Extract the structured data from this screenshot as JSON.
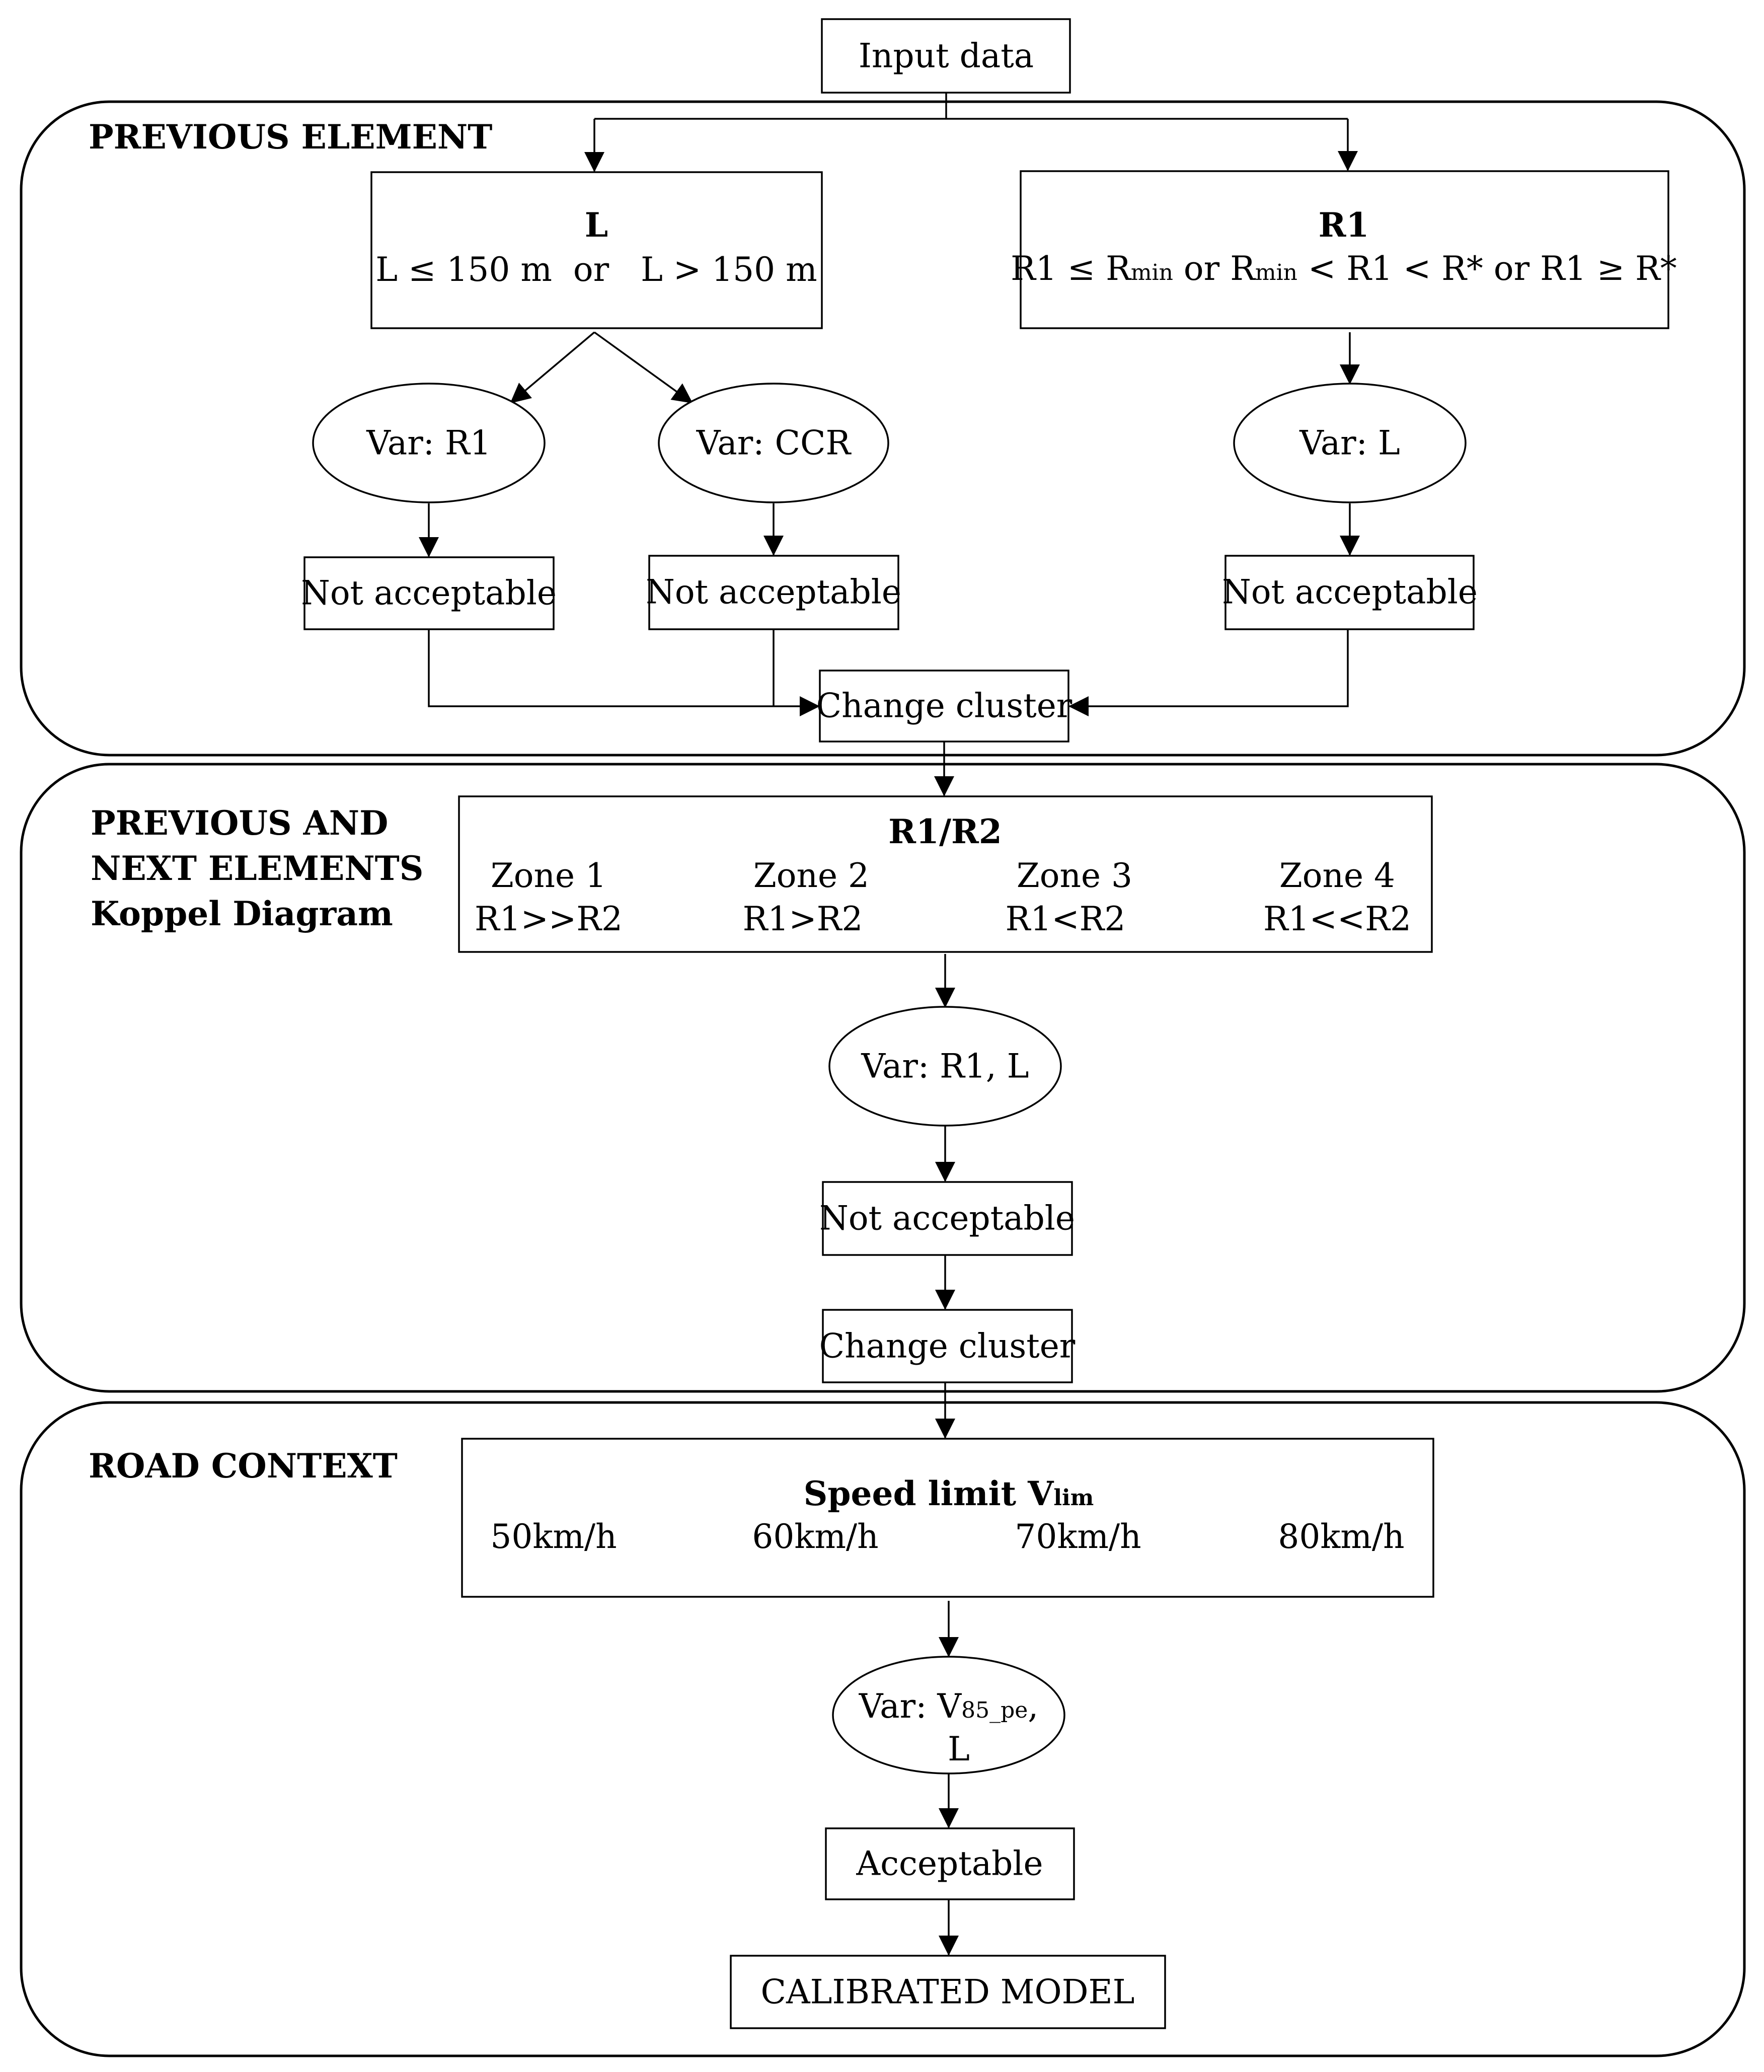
{
  "input": "Input data",
  "panel1": {
    "title": "PREVIOUS ELEMENT",
    "boxL": {
      "title": "L",
      "condition": "L ≤ 150 m  or   L > 150 m"
    },
    "boxR1": {
      "title": "R1",
      "cond_a": "R1 ≤ R",
      "cond_a_sub": "min",
      "cond_b": " or R",
      "cond_b_sub": "min",
      "cond_c": " < R1 < R* or R1 ≥ R*"
    },
    "ellipse_left": "Var: R1",
    "ellipse_mid": "Var: CCR",
    "ellipse_right": "Var: L",
    "result_left": "Not acceptable",
    "result_mid": "Not acceptable",
    "result_right": "Not acceptable",
    "action": "Change cluster"
  },
  "panel2": {
    "title_line1": "PREVIOUS AND",
    "title_line2": "NEXT ELEMENTS",
    "title_line3": "Koppel Diagram",
    "box": {
      "title": "R1/R2",
      "zones": [
        {
          "name": "Zone 1",
          "relation": "R1>>R2"
        },
        {
          "name": "Zone 2",
          "relation": "R1>R2"
        },
        {
          "name": "Zone 3",
          "relation": "R1<R2"
        },
        {
          "name": "Zone 4",
          "relation": "R1<<R2"
        }
      ]
    },
    "ellipse": "Var: R1, L",
    "result": "Not acceptable",
    "action": "Change cluster"
  },
  "panel3": {
    "title": "ROAD CONTEXT",
    "box": {
      "title": "Speed limit V",
      "title_sub": "lim",
      "speeds": [
        "50km/h",
        "60km/h",
        "70km/h",
        "80km/h"
      ]
    },
    "ellipse_line1": "Var: V",
    "ellipse_line1_sub": "85_pe",
    "ellipse_line1_tail": ",",
    "ellipse_line2": "L",
    "result": "Acceptable",
    "output": "CALIBRATED MODEL"
  }
}
